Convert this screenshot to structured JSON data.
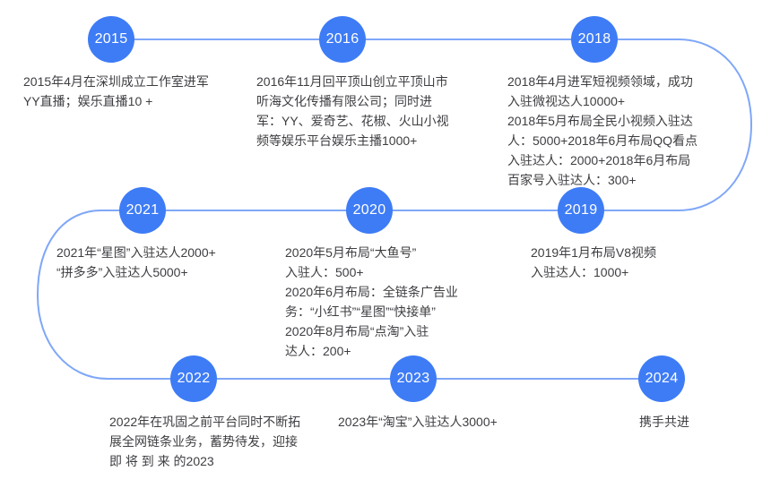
{
  "theme": {
    "node_color": "#3e7cf6",
    "connector_color": "#7fa7f8",
    "text_color": "#3d3e42",
    "background_color": "#ffffff"
  },
  "timeline": {
    "nodes": [
      {
        "year": "2015",
        "lines": [
          "2015年4月在深圳成立工作室进军",
          "YY直播；娱乐直播10 +"
        ]
      },
      {
        "year": "2016",
        "lines": [
          "2016年11月回平顶山创立平顶山市",
          "听海文化传播有限公司；同时进",
          "军：YY、爱奇艺、花椒、火山小视",
          "频等娱乐平台娱乐主播1000+"
        ]
      },
      {
        "year": "2018",
        "lines": [
          "2018年4月进军短视频领域，成功",
          "入驻微视达人10000+",
          "2018年5月布局全民小视频入驻达",
          "人：5000+2018年6月布局QQ看点",
          "入驻达人：2000+2018年6月布局",
          "百家号入驻达人：300+"
        ]
      },
      {
        "year": "2019",
        "lines": [
          "2019年1月布局V8视频",
          "入驻达人：1000+"
        ]
      },
      {
        "year": "2020",
        "lines": [
          "2020年5月布局“大鱼号”",
          "入驻人：500+",
          "2020年6月布局：全链条广告业",
          "务：“小红书”“星图”“快接单”",
          "2020年8月布局“点淘”入驻",
          "达人：200+"
        ]
      },
      {
        "year": "2021",
        "lines": [
          "2021年“星图”入驻达人2000+",
          "“拼多多”入驻达人5000+"
        ]
      },
      {
        "year": "2022",
        "lines": [
          "2022年在巩固之前平台同时不断拓",
          "展全网链条业务，蓄势待发，迎接",
          "即 将 到 来 的2023"
        ]
      },
      {
        "year": "2023",
        "lines": [
          "2023年“淘宝”入驻达人3000+"
        ]
      },
      {
        "year": "2024",
        "lines": [
          "携手共进"
        ]
      }
    ]
  }
}
